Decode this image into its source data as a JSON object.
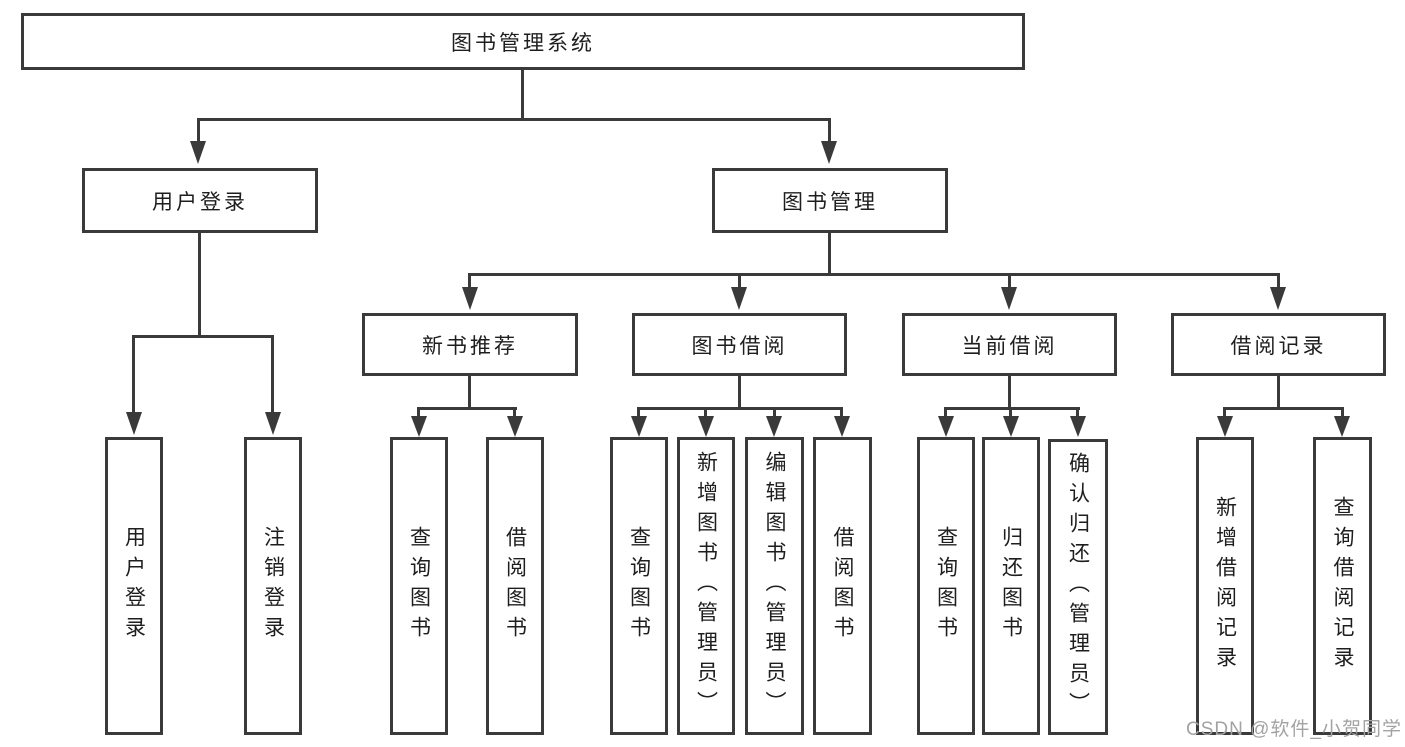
{
  "nodes": {
    "root": "图书管理系统",
    "user_login": "用户登录",
    "book_management": "图书管理",
    "new_book_recommend": "新书推荐",
    "book_borrow": "图书借阅",
    "current_borrow": "当前借阅",
    "borrow_records": "借阅记录"
  },
  "leaves": {
    "user_login": "用户登录",
    "logout": "注销登录",
    "nb_query_books": "查询图书",
    "nb_borrow_books": "借阅图书",
    "bb_query_books": "查询图书",
    "bb_add_books": "新增图书（管理员）",
    "bb_edit_books": "编辑图书（管理员）",
    "bb_borrow_books": "借阅图书",
    "cb_query_books": "查询图书",
    "cb_return_books": "归还图书",
    "cb_confirm_return": "确认归还（管理员）",
    "br_add_record": "新增借阅记录",
    "br_query_record": "查询借阅记录"
  },
  "watermark": "CSDN @软件_小贺同学",
  "colors": {
    "line": "#3a3a3a",
    "text": "#1e1e1e",
    "watermark": "#a3a3a3",
    "background": "#ffffff"
  }
}
